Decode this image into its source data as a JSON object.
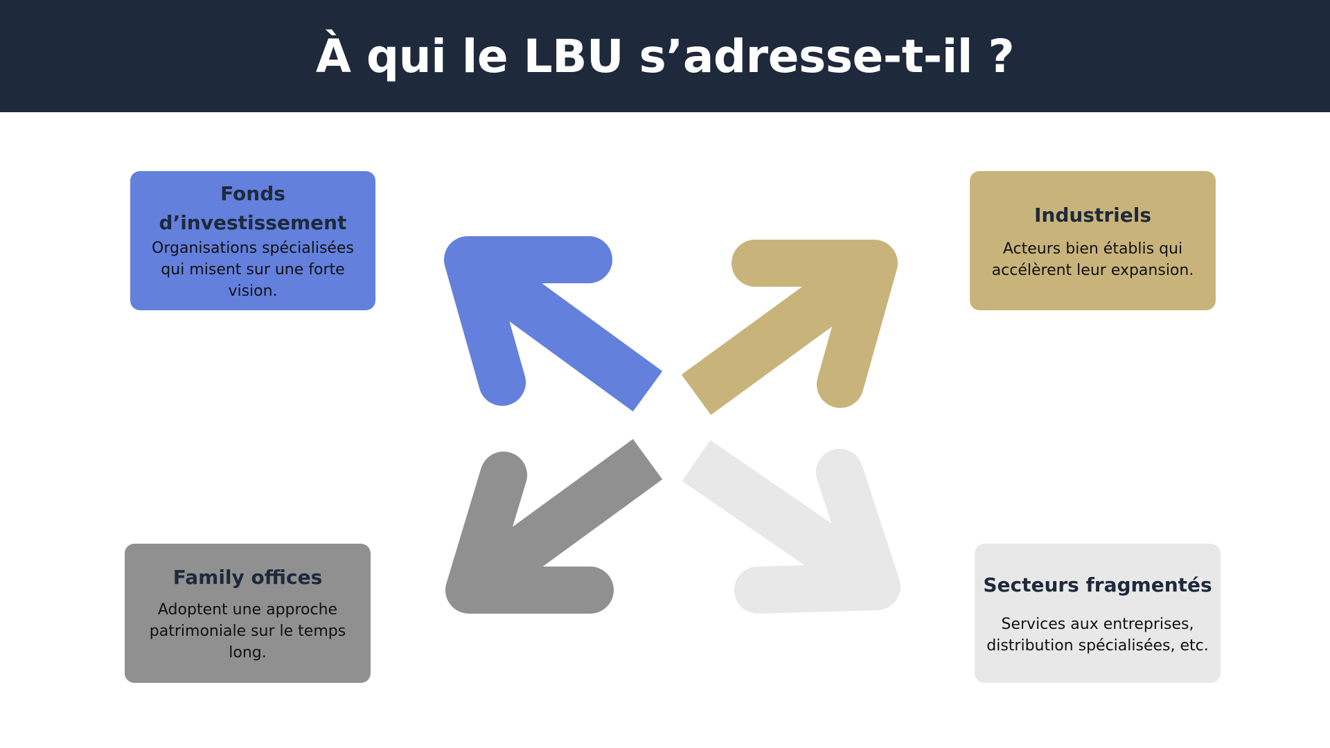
{
  "title": "À qui le LBU s’adresse-t-il ?",
  "colors": {
    "header_bg": "#1e293b",
    "blue": "#6380dd",
    "gold": "#c8b47b",
    "gray": "#909090",
    "light_gray": "#e8e8e8"
  },
  "cards": {
    "fonds": {
      "title": "Fonds d’investissement",
      "text": "Organisations spécialisées qui misent sur une forte vision."
    },
    "industriels": {
      "title": "Industriels",
      "text": "Acteurs bien établis qui accélèrent leur expansion."
    },
    "family": {
      "title": "Family offices",
      "text": "Adoptent une approche patrimoniale sur le temps long."
    },
    "secteurs": {
      "title": "Secteurs fragmentés",
      "text": "Services aux entreprises, distribution spécialisées, etc."
    }
  },
  "arrows": [
    {
      "direction": "up-left",
      "color": "#6380dd"
    },
    {
      "direction": "up-right",
      "color": "#c8b47b"
    },
    {
      "direction": "down-left",
      "color": "#909090"
    },
    {
      "direction": "down-right",
      "color": "#e8e8e8"
    }
  ]
}
